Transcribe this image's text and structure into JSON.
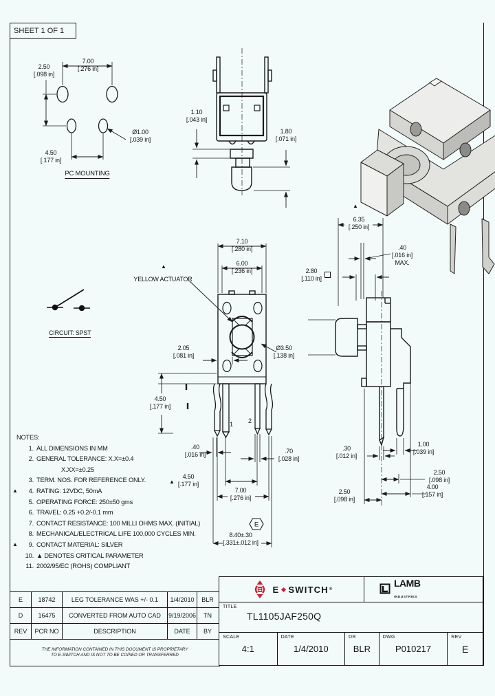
{
  "sheet_label": "SHEET 1 OF 1",
  "symbols": {
    "critical": "▲"
  },
  "views": {
    "pc_mounting": {
      "title": "PC MOUNTING",
      "row_pitch": {
        "mm": "2.50",
        "in": "[.098 in]"
      },
      "col_pitch": {
        "mm": "7.00",
        "in": "[.276 in]"
      },
      "bottom_pitch": {
        "mm": "4.50",
        "in": "[.177 in]"
      },
      "hole_dia": {
        "mm": "Ø1.00",
        "in": "[.039 in]"
      }
    },
    "front_view": {
      "collar_height": {
        "mm": "1.10",
        "in": "[.043 in]"
      },
      "plunger_height": {
        "mm": "1.80",
        "in": "[.071 in]"
      }
    },
    "circuit": {
      "label": "CIRCUIT: SPST"
    },
    "top_view": {
      "actuator_callout": "YELLOW ACTUATOR",
      "body_width": {
        "mm": "7.10",
        "in": "[.280 in]"
      },
      "inner_width": {
        "mm": "6.00",
        "in": "[.236 in]"
      },
      "actuator_offset": {
        "mm": "2.05",
        "in": "[.081 in]"
      },
      "actuator_dia": {
        "mm": "Ø3.50",
        "in": "[.138 in]"
      },
      "leg_length": {
        "mm": "4.50",
        "in": "[.177 in]"
      },
      "leg_width": {
        "mm": ".40",
        "in": "[.016 in]"
      },
      "terminal_width": {
        "mm": ".70",
        "in": "[.028 in]"
      },
      "terminal_pitch": {
        "mm": "4.50",
        "in": "[.177 in]"
      },
      "mount_pitch": {
        "mm": "7.00",
        "in": "[.276 in]"
      },
      "overall_width": {
        "mm": "8.40±.30",
        "in": "[.331±.012 in]"
      },
      "revision_balloon": "E",
      "pin1": "1",
      "pin2": "2"
    },
    "side_view": {
      "height": {
        "mm": "6.35",
        "in": "[.250 in]"
      },
      "flash": {
        "mm": ".40",
        "in": "[.016 in]",
        "max": "MAX."
      },
      "actuator_square": {
        "mm": "2.80",
        "in": "[.110 in]"
      },
      "hook_width": {
        "mm": "1.00",
        "in": "[.039 in]"
      },
      "leg_thickness": {
        "mm": ".30",
        "in": "[.012 in]"
      },
      "hook_offset": {
        "mm": "2.50",
        "in": "[.098 in]"
      },
      "hook_reach": {
        "mm": "4.00",
        "in": "[.157 in]"
      },
      "peg_offset": {
        "mm": "2.50",
        "in": "[.098 in]"
      }
    }
  },
  "notes": {
    "heading": "NOTES:",
    "items": [
      {
        "num": "1.",
        "text": "ALL DIMENSIONS IN MM",
        "critical": ""
      },
      {
        "num": "2.",
        "text": "GENERAL TOLERANCE: X.X=±0.4",
        "critical": ""
      },
      {
        "num": "",
        "text": "X.XX=±0.25",
        "critical": ""
      },
      {
        "num": "3.",
        "text": "TERM. NOS. FOR REFERENCE ONLY.",
        "critical": ""
      },
      {
        "num": "4.",
        "text": "RATING: 12VDC, 50mA",
        "critical": "▲"
      },
      {
        "num": "5.",
        "text": "OPERATING FORCE: 250±50 gms",
        "critical": ""
      },
      {
        "num": "6.",
        "text": "TRAVEL: 0.25 +0.2/-0.1 mm",
        "critical": ""
      },
      {
        "num": "7.",
        "text": "CONTACT RESISTANCE: 100 MILLI OHMS MAX. (INITIAL)",
        "critical": ""
      },
      {
        "num": "8.",
        "text": "MECHANICAL/ELECTRICAL LIFE 100,000 CYCLES MIN.",
        "critical": ""
      },
      {
        "num": "9.",
        "text": "CONTACT MATERIAL: SILVER",
        "critical": "▲"
      },
      {
        "num": "10.",
        "text": "▲ DENOTES CRITICAL PARAMETER",
        "critical": ""
      },
      {
        "num": "11.",
        "text": "2002/95/EC (ROHS) COMPLIANT",
        "critical": ""
      }
    ]
  },
  "rev_table": {
    "rows": [
      {
        "rev": "E",
        "pcr": "18742",
        "desc": "LEG TOLERANCE WAS +/- 0.1",
        "date": "1/4/2010",
        "by": "BLR"
      },
      {
        "rev": "D",
        "pcr": "16475",
        "desc": "CONVERTED FROM AUTO CAD",
        "date": "9/19/2006",
        "by": "TN"
      }
    ],
    "header": {
      "rev": "REV",
      "pcr": "PCR NO",
      "desc": "DESCRIPTION",
      "date": "DATE",
      "by": "BY"
    },
    "proprietary_line1": "THE INFORMATION CONTAINED IN THIS DOCUMENT IS PROPRIETARY",
    "proprietary_line2": "TO E-SWITCH AND IS NOT TO BE COPIED OR TRANSFERRED"
  },
  "title_block": {
    "brand_e": "E",
    "brand_switch": "SWITCH",
    "brand_reg": "®",
    "lamb_name": "LAMB",
    "lamb_sub": "INDUSTRIES",
    "title_label": "TITLE",
    "title_value": "TL1105JAF250Q",
    "scale_label": "SCALE",
    "scale_value": "4:1",
    "date_label": "DATE",
    "date_value": "1/4/2010",
    "dr_label": "DR",
    "dr_value": "BLR",
    "dwg_label": "DWG",
    "dwg_value": "P010217",
    "rev_label": "REV",
    "rev_value": "E"
  },
  "colors": {
    "accent_red": "#cf2131",
    "line": "#1a1a1a",
    "background": "#f2fafa"
  }
}
